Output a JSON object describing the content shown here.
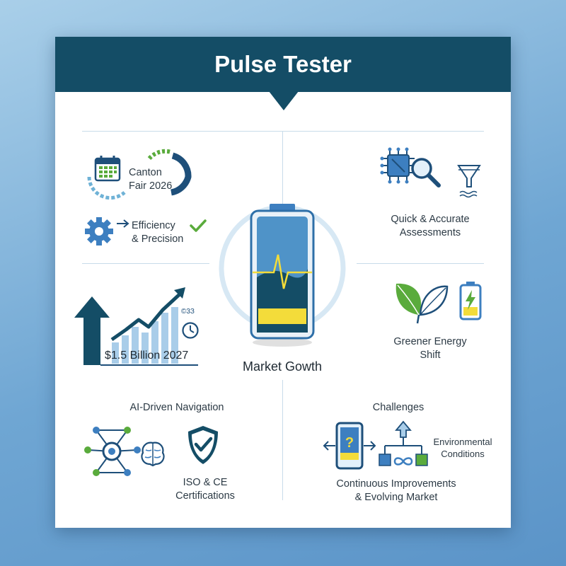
{
  "header": {
    "title": "Pulse Tester"
  },
  "left": {
    "canton": {
      "line1": "Canton",
      "line2": "Fair 2026"
    },
    "efficiency": {
      "line1": "Efficiency",
      "line2": "& Precision"
    },
    "growth": {
      "value_label": "$1.5 Billion 2027",
      "badge": "©3З"
    },
    "ai": {
      "label": "AI-Driven Navigation"
    },
    "iso": {
      "line1": "ISO & CE",
      "line2": "Certifications"
    }
  },
  "center": {
    "caption": "Market Gowth"
  },
  "right": {
    "assess": {
      "line1": "Quick & Accurate",
      "line2": "Assessments"
    },
    "green": {
      "line1": "Greener Energy",
      "line2": "Shift"
    },
    "challenges": {
      "label": "Challenges"
    },
    "env": {
      "line1": "Environmental",
      "line2": "Conditions"
    },
    "continuous": {
      "line1": "Continuous Improvements",
      "line2": "& Evolving Market"
    }
  },
  "colors": {
    "header": "#144d66",
    "navy": "#1e4f7a",
    "blue": "#3d7fc0",
    "green": "#5aab3c",
    "yellow": "#f3dc3a",
    "light_blue": "#bcd9ee"
  },
  "icons": [
    "calendar-icon",
    "progress-ring-icon",
    "gear-icon",
    "arrow-right-icon",
    "checkmark-icon",
    "battery-pulse-icon",
    "circuit-chip-icon",
    "magnifier-icon",
    "funnel-icon",
    "growth-chart-icon",
    "clock-icon",
    "leaf-icon",
    "battery-bolt-icon",
    "network-icon",
    "brain-icon",
    "shield-check-icon",
    "phone-question-icon",
    "hierarchy-icon",
    "infinity-icon"
  ]
}
